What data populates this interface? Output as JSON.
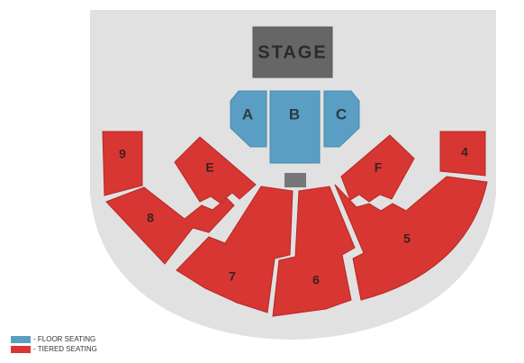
{
  "map": {
    "stage_label": "STAGE",
    "floor_sections": [
      {
        "id": "A",
        "label": "A"
      },
      {
        "id": "B",
        "label": "B"
      },
      {
        "id": "C",
        "label": "C"
      }
    ],
    "tiered_sections": [
      {
        "id": "9",
        "label": "9"
      },
      {
        "id": "8",
        "label": "8"
      },
      {
        "id": "E",
        "label": "E"
      },
      {
        "id": "7",
        "label": "7"
      },
      {
        "id": "6",
        "label": "6"
      },
      {
        "id": "F",
        "label": "F"
      },
      {
        "id": "5",
        "label": "5"
      },
      {
        "id": "4",
        "label": "4"
      }
    ]
  },
  "legend": {
    "floor_label": "- FLOOR SEATING",
    "tiered_label": "- TIERED SEATING"
  },
  "colors": {
    "floor": "#5b9ec3",
    "tiered": "#d83632",
    "arena": "#e0e0e0",
    "stage": "#666666"
  }
}
